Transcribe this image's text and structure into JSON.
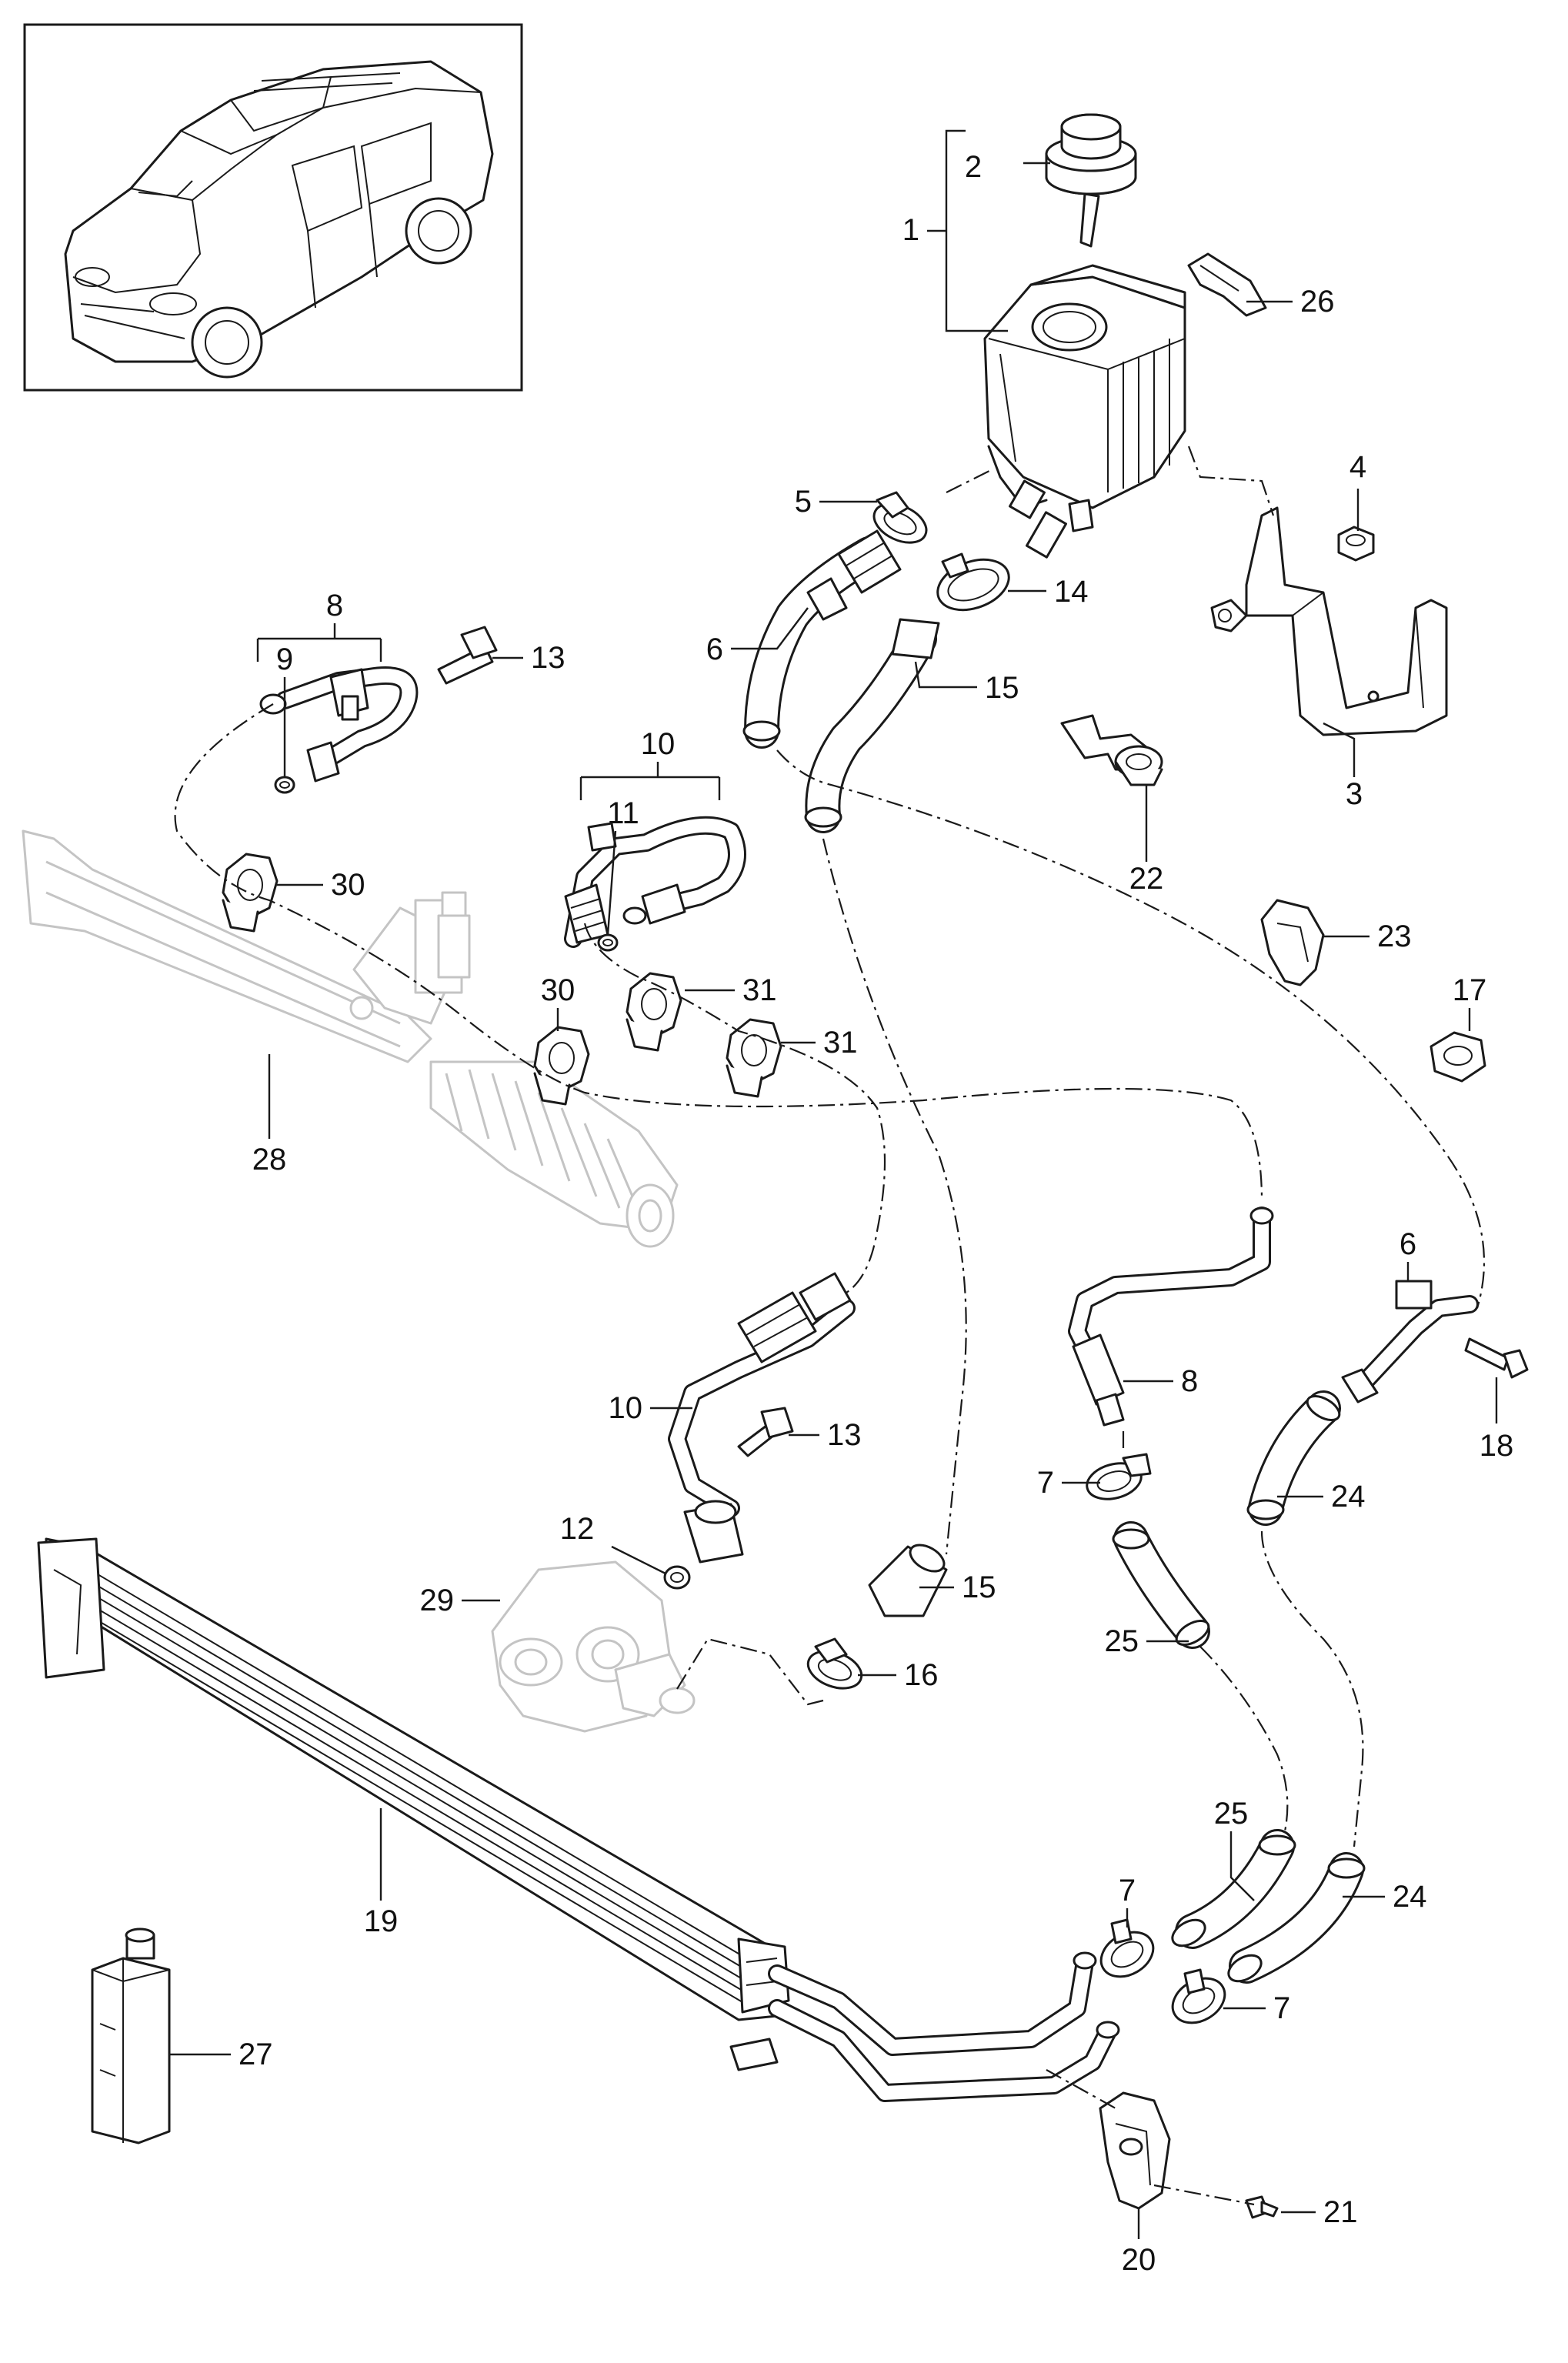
{
  "callouts": [
    {
      "id": "c1",
      "text": "1"
    },
    {
      "id": "c2",
      "text": "2"
    },
    {
      "id": "c26",
      "text": "26"
    },
    {
      "id": "c4",
      "text": "4"
    },
    {
      "id": "c5",
      "text": "5"
    },
    {
      "id": "c14",
      "text": "14"
    },
    {
      "id": "c6a",
      "text": "6"
    },
    {
      "id": "c15a",
      "text": "15"
    },
    {
      "id": "c3",
      "text": "3"
    },
    {
      "id": "c22",
      "text": "22"
    },
    {
      "id": "c8a",
      "text": "8"
    },
    {
      "id": "c9",
      "text": "9"
    },
    {
      "id": "c13a",
      "text": "13"
    },
    {
      "id": "c10a",
      "text": "10"
    },
    {
      "id": "c11",
      "text": "11"
    },
    {
      "id": "c30a",
      "text": "30"
    },
    {
      "id": "c23",
      "text": "23"
    },
    {
      "id": "c17",
      "text": "17"
    },
    {
      "id": "c30b",
      "text": "30"
    },
    {
      "id": "c31a",
      "text": "31"
    },
    {
      "id": "c31b",
      "text": "31"
    },
    {
      "id": "c28",
      "text": "28"
    },
    {
      "id": "c6b",
      "text": "6"
    },
    {
      "id": "c8b",
      "text": "8"
    },
    {
      "id": "c18",
      "text": "18"
    },
    {
      "id": "c10b",
      "text": "10"
    },
    {
      "id": "c13b",
      "text": "13"
    },
    {
      "id": "c7a",
      "text": "7"
    },
    {
      "id": "c24a",
      "text": "24"
    },
    {
      "id": "c12",
      "text": "12"
    },
    {
      "id": "c29",
      "text": "29"
    },
    {
      "id": "c15b",
      "text": "15"
    },
    {
      "id": "c25a",
      "text": "25"
    },
    {
      "id": "c16",
      "text": "16"
    },
    {
      "id": "c19",
      "text": "19"
    },
    {
      "id": "c25b",
      "text": "25"
    },
    {
      "id": "c7b",
      "text": "7"
    },
    {
      "id": "c24b",
      "text": "24"
    },
    {
      "id": "c7c",
      "text": "7"
    },
    {
      "id": "c27",
      "text": "27"
    },
    {
      "id": "c21",
      "text": "21"
    },
    {
      "id": "c20",
      "text": "20"
    }
  ],
  "colors": {
    "line": "#1a1a1a",
    "ghost": "#c4c4c4",
    "background": "#ffffff"
  }
}
